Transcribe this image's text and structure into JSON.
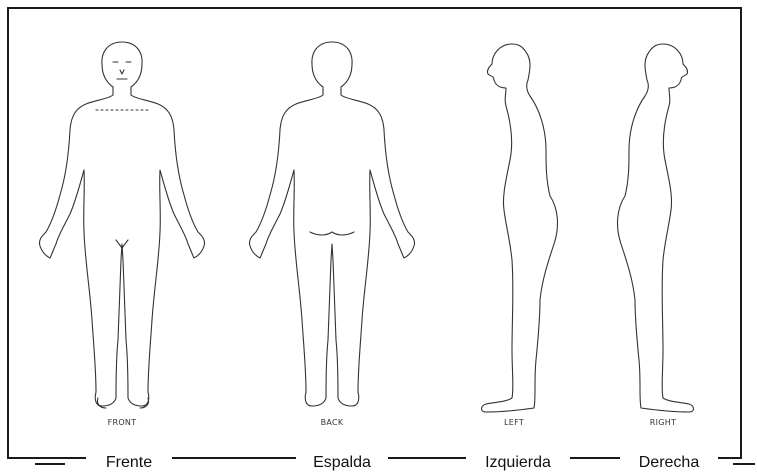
{
  "figures": [
    {
      "id": "front",
      "label": "FRONT",
      "caption": "Frente"
    },
    {
      "id": "back",
      "label": "BACK",
      "caption": "Espalda"
    },
    {
      "id": "left",
      "label": "LEFT",
      "caption": "Izquierda"
    },
    {
      "id": "right",
      "label": "RIGHT",
      "caption": "Derecha"
    }
  ],
  "colors": {
    "outline": "#333333",
    "frame": "#1a1a1a"
  }
}
